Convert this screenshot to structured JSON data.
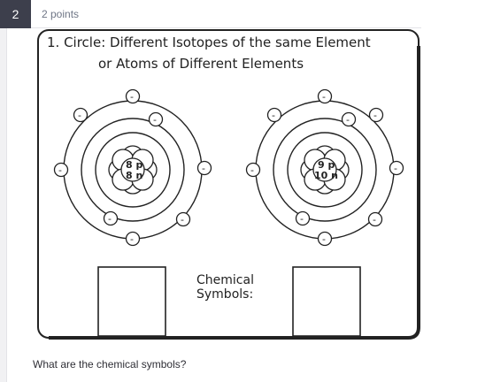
{
  "question": {
    "number": "2",
    "points": "2 points",
    "prompt": "What are the chemical symbols?"
  },
  "worksheet": {
    "title_line1": "1. Circle:   Different Isotopes of the same Element",
    "title_line2": "or Atoms of Different Elements",
    "symbols_label_line1": "Chemical",
    "symbols_label_line2": "Symbols:",
    "electron_sign": "-",
    "atoms": [
      {
        "protons": "8 p",
        "neutrons": "8 n"
      },
      {
        "protons": "9 p",
        "neutrons": "10 n"
      }
    ]
  },
  "colors": {
    "badge_bg": "#3d3f4c",
    "points_text": "#6f7686",
    "ink": "#222222"
  },
  "icons": {
    "electron": "electron-icon",
    "nucleus": "nucleus-icon"
  }
}
